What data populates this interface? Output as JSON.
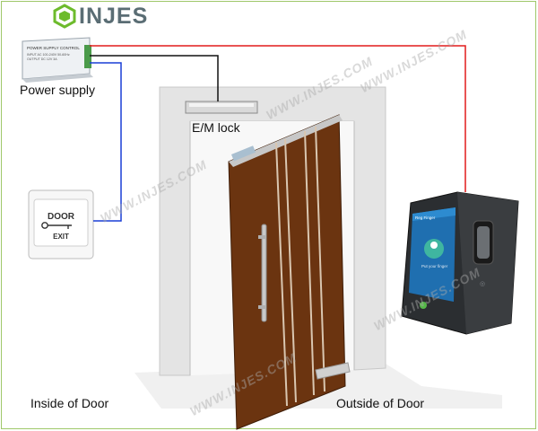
{
  "logo": {
    "text": "INJES",
    "accent_color": "#6dbb2c"
  },
  "watermark": "WWW.INJES.COM",
  "labels": {
    "power_supply": "Power supply",
    "em_lock": "E/M lock",
    "inside_door": "Inside of Door",
    "outside_door": "Outside of Door"
  },
  "power_supply_panel": {
    "title": "POWER SUPPLY CONTROL",
    "spec_lines": [
      "INPUT AC 100-240V 50-60Hz",
      "OUTPUT DC 12V 3A"
    ]
  },
  "exit_button": {
    "top_text": "DOOR",
    "bottom_text": "EXIT"
  },
  "terminal_screen": {
    "header": "Reg Finger",
    "prompt": "Put your finger"
  },
  "wire_colors": {
    "power": "#e21b1b",
    "exit": "#1a3fd6",
    "lock": "#111111"
  },
  "door_color": "#6b3410"
}
